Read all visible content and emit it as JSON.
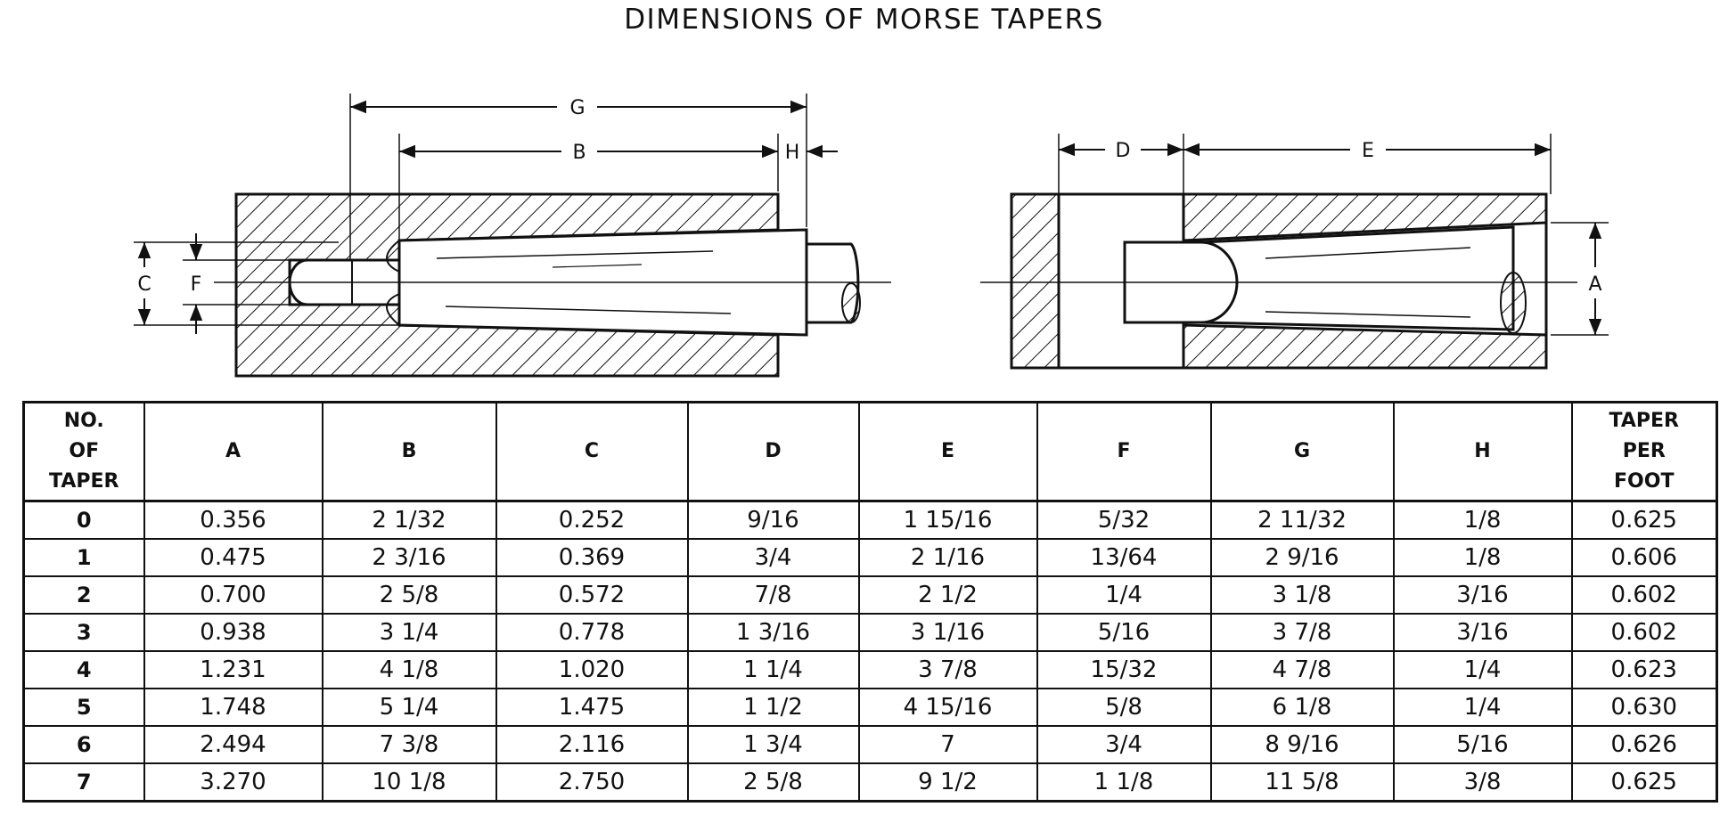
{
  "title": "DIMENSIONS OF MORSE TAPERS",
  "diagram": {
    "labels": {
      "G": "G",
      "B": "B",
      "H": "H",
      "C": "C",
      "F": "F",
      "D": "D",
      "E": "E",
      "A": "A"
    }
  },
  "table": {
    "headers": {
      "no_line1": "NO.",
      "no_line2": "OF",
      "no_line3": "TAPER",
      "a": "A",
      "b": "B",
      "c": "C",
      "d": "D",
      "e": "E",
      "f": "F",
      "g": "G",
      "h": "H",
      "tpf_line1": "TAPER",
      "tpf_line2": "PER",
      "tpf_line3": "FOOT"
    },
    "rows": [
      {
        "no": "0",
        "a": "0.356",
        "b": "2 1/32",
        "c": "0.252",
        "d": "9/16",
        "e": "1 15/16",
        "f": "5/32",
        "g": "2 11/32",
        "h": "1/8",
        "tpf": "0.625"
      },
      {
        "no": "1",
        "a": "0.475",
        "b": "2 3/16",
        "c": "0.369",
        "d": "3/4",
        "e": "2 1/16",
        "f": "13/64",
        "g": "2 9/16",
        "h": "1/8",
        "tpf": "0.606"
      },
      {
        "no": "2",
        "a": "0.700",
        "b": "2 5/8",
        "c": "0.572",
        "d": "7/8",
        "e": "2 1/2",
        "f": "1/4",
        "g": "3 1/8",
        "h": "3/16",
        "tpf": "0.602"
      },
      {
        "no": "3",
        "a": "0.938",
        "b": "3 1/4",
        "c": "0.778",
        "d": "1 3/16",
        "e": "3 1/16",
        "f": "5/16",
        "g": "3 7/8",
        "h": "3/16",
        "tpf": "0.602"
      },
      {
        "no": "4",
        "a": "1.231",
        "b": "4 1/8",
        "c": "1.020",
        "d": "1 1/4",
        "e": "3 7/8",
        "f": "15/32",
        "g": "4 7/8",
        "h": "1/4",
        "tpf": "0.623"
      },
      {
        "no": "5",
        "a": "1.748",
        "b": "5 1/4",
        "c": "1.475",
        "d": "1 1/2",
        "e": "4 15/16",
        "f": "5/8",
        "g": "6 1/8",
        "h": "1/4",
        "tpf": "0.630"
      },
      {
        "no": "6",
        "a": "2.494",
        "b": "7 3/8",
        "c": "2.116",
        "d": "1 3/4",
        "e": "7",
        "f": "3/4",
        "g": "8 9/16",
        "h": "5/16",
        "tpf": "0.626"
      },
      {
        "no": "7",
        "a": "3.270",
        "b": "10 1/8",
        "c": "2.750",
        "d": "2 5/8",
        "e": "9 1/2",
        "f": "1 1/8",
        "g": "11 5/8",
        "h": "3/8",
        "tpf": "0.625"
      }
    ]
  }
}
